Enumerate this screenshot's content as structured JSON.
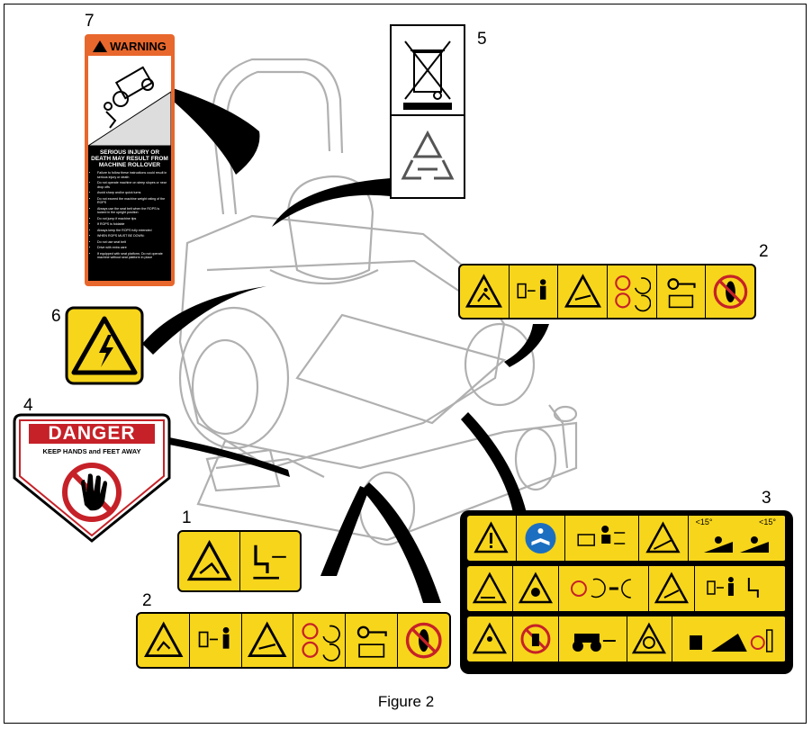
{
  "callouts": {
    "n1": "1",
    "n2_upper": "2",
    "n2_lower": "2",
    "n3": "3",
    "n4": "4",
    "n5": "5",
    "n6": "6",
    "n7": "7"
  },
  "caption": "Figure 2",
  "warning_decal": {
    "header": "WARNING",
    "headline": "SERIOUS INJURY OR DEATH MAY RESULT FROM MACHINE ROLLOVER",
    "bullets": [
      "Failure to follow these instructions could result in serious injury or death",
      "Do not operate machine on steep slopes or near drop offs",
      "Avoid sharp and/or quick turns",
      "Do not exceed the machine weight rating of the ROPS",
      "Always use the seat belt when the ROPS is locked in the upright position",
      "Do not jump if machine tips",
      "If ROPS is foldable",
      "Always keep the ROPS fully extended",
      "WHEN ROPS MUST BE DOWN:",
      "Do not use seat belt",
      "Drive with extra care",
      "If equipped with seat platform, Do not operate machine without seat platform in place"
    ]
  },
  "danger_decal": {
    "title": "DANGER",
    "subtitle": "KEEP HANDS and FEET AWAY"
  },
  "colors": {
    "decal_yellow": "#f7d51b",
    "warning_orange": "#e8672c",
    "danger_red": "#c62128",
    "line_gray": "#b0b0b0"
  },
  "icons": {
    "strip_1": [
      "slip-hazard-icon",
      "keep-distance-icon"
    ],
    "strip_2": [
      "slip-hazard-icon",
      "keep-distance-icon",
      "run-over-icon",
      "no-hands-feet-rotating-icon",
      "remove-key-read-manual-icon",
      "no-step-icon"
    ],
    "strip_3_row1": [
      "general-warning-icon",
      "read-manual-icon",
      "operator-instructions-icon",
      "slope-warning-icon",
      "slope-15-degree-icon"
    ],
    "strip_3_row2": [
      "reverse-hazard-icon",
      "rollover-hazard-icon",
      "rotating-blade-icon",
      "thrown-object-icon",
      "keep-distance-icon"
    ],
    "strip_3_row3": [
      "child-hazard-icon",
      "no-riders-icon",
      "towing-icon",
      "blade-hazard-icon",
      "operator-slope-icon"
    ],
    "decal_4": [
      "no-hand-icon"
    ],
    "decal_5": [
      "crossed-bin-icon",
      "recycle-icon"
    ],
    "decal_6": [
      "electric-shock-icon"
    ]
  },
  "slope_label": "<15°"
}
